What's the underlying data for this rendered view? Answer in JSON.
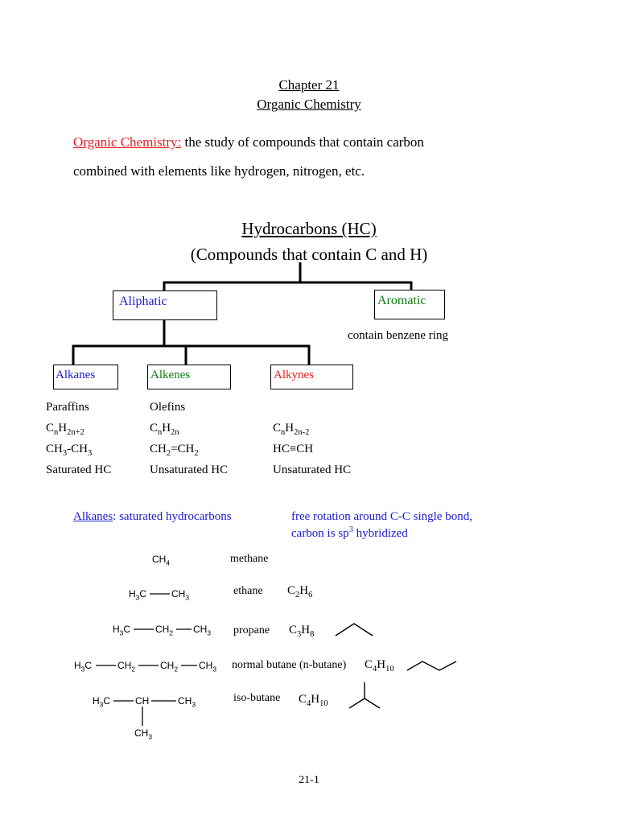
{
  "header": {
    "chapter": "Chapter 21",
    "title": "Organic Chemistry"
  },
  "definition": {
    "term": "Organic Chemistry:",
    "text1": " the study of compounds that contain carbon",
    "text2": "combined with elements like hydrogen, nitrogen, etc.",
    "term_color": "#e02020"
  },
  "tree": {
    "title": "Hydrocarbons (HC)",
    "subtitle": "(Compounds that contain C and H)",
    "aliphatic": "Aliphatic",
    "aromatic": "Aromatic",
    "aromatic_note": "contain benzene ring",
    "alkanes": "Alkanes",
    "alkenes": "Alkenes",
    "alkynes": "Alkynes",
    "colors": {
      "blue": "#1a1ad0",
      "green": "#107a10",
      "red": "#e02020"
    }
  },
  "families": {
    "alkanes": {
      "common": "Paraffins",
      "formula_base": "C",
      "formula_n": "n",
      "formula_h": "H",
      "formula_sub": "2n+2",
      "ex_a": "CH",
      "ex_a_sub": "3",
      "ex_b": "-CH",
      "ex_b_sub": "3",
      "type": "Saturated HC"
    },
    "alkenes": {
      "common": "Olefins",
      "formula_base": "C",
      "formula_n": "n",
      "formula_h": "H",
      "formula_sub": "2n",
      "ex_a": "CH",
      "ex_a_sub": "2",
      "ex_b": "=CH",
      "ex_b_sub": "2",
      "type": "Unsaturated HC"
    },
    "alkynes": {
      "formula_base": "C",
      "formula_n": "n",
      "formula_h": "H",
      "formula_sub": "2n-2",
      "example": "HC≡CH",
      "type": "Unsaturated HC"
    }
  },
  "alkanes_section": {
    "head": "Alkanes",
    "head_rest": ": saturated hydrocarbons",
    "note1": "free rotation around C-C single bond,",
    "note2a": "carbon is sp",
    "note2_sup": "3",
    "note2b": " hybridized"
  },
  "molecules": [
    {
      "name": "methane"
    },
    {
      "name": "ethane",
      "formula": "C",
      "sub1": "2",
      "h": "H",
      "sub2": "6"
    },
    {
      "name": "propane",
      "formula": "C",
      "sub1": "3",
      "h": "H",
      "sub2": "8"
    },
    {
      "name": "normal butane (n-butane)",
      "formula": "C",
      "sub1": "4",
      "h": "H",
      "sub2": "10"
    },
    {
      "name": "iso-butane",
      "formula": "C",
      "sub1": "4",
      "h": "H",
      "sub2": "10"
    }
  ],
  "structures": {
    "ch4": "CH",
    "ch4_sub": "4",
    "h3c": "H",
    "h3c_sub": "3",
    "h3c_c": "C",
    "ch3": "CH",
    "ch3_sub": "3",
    "ch2": "CH",
    "ch2_sub": "2",
    "ch": "CH"
  },
  "footer": {
    "page": "21-1"
  }
}
